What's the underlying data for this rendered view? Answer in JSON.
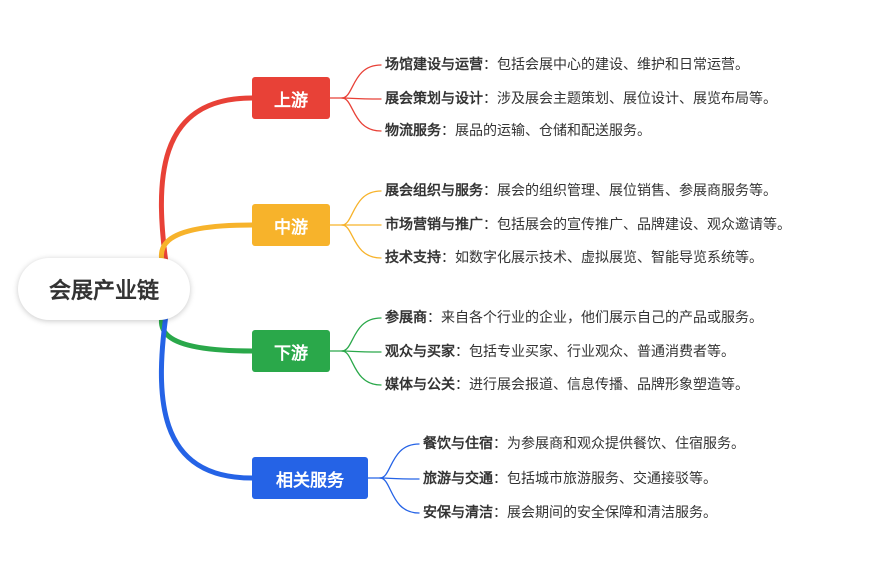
{
  "root": {
    "label": "会展产业链"
  },
  "separator": "：",
  "branches": [
    {
      "id": "upstream",
      "label": "上游",
      "color": "#e84137",
      "items": [
        {
          "title": "场馆建设与运营",
          "desc": "包括会展中心的建设、维护和日常运营。"
        },
        {
          "title": "展会策划与设计",
          "desc": "涉及展会主题策划、展位设计、展览布局等。"
        },
        {
          "title": "物流服务",
          "desc": "展品的运输、仓储和配送服务。"
        }
      ]
    },
    {
      "id": "midstream",
      "label": "中游",
      "color": "#f7b32b",
      "items": [
        {
          "title": "展会组织与服务",
          "desc": "展会的组织管理、展位销售、参展商服务等。"
        },
        {
          "title": "市场营销与推广",
          "desc": "包括展会的宣传推广、品牌建设、观众邀请等。"
        },
        {
          "title": "技术支持",
          "desc": "如数字化展示技术、虚拟展览、智能导览系统等。"
        }
      ]
    },
    {
      "id": "downstream",
      "label": "下游",
      "color": "#2aa84a",
      "items": [
        {
          "title": "参展商",
          "desc": "来自各个行业的企业，他们展示自己的产品或服务。"
        },
        {
          "title": "观众与买家",
          "desc": "包括专业买家、行业观众、普通消费者等。"
        },
        {
          "title": "媒体与公关",
          "desc": "进行展会报道、信息传播、品牌形象塑造等。"
        }
      ]
    },
    {
      "id": "related",
      "label": "相关服务",
      "color": "#2563e6",
      "items": [
        {
          "title": "餐饮与住宿",
          "desc": "为参展商和观众提供餐饮、住宿服务。"
        },
        {
          "title": "旅游与交通",
          "desc": "包括城市旅游服务、交通接驳等。"
        },
        {
          "title": "安保与清洁",
          "desc": "展会期间的安全保障和清洁服务。"
        }
      ]
    }
  ]
}
